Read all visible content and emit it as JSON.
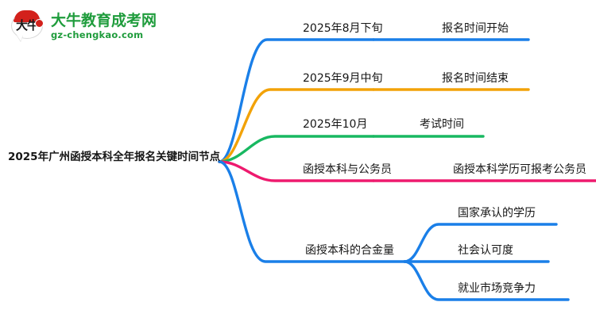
{
  "logo": {
    "mark_text": "大牛",
    "title": "大牛教育成考网",
    "subtitle": "gz-chengkao.com",
    "brand_green": "#1f9c3c",
    "brand_red": "#d3211c"
  },
  "mindmap": {
    "root": {
      "label": "2025年广州函授本科全年报名关键时间节点"
    },
    "branches": [
      {
        "id": "branch-1",
        "color": "#1a7fe8",
        "label": "2025年8月下旬",
        "children": [
          {
            "id": "branch-1-child-1",
            "label": "报名时间开始",
            "color": "#1a7fe8"
          }
        ]
      },
      {
        "id": "branch-2",
        "color": "#f2a208",
        "label": "2025年9月中旬",
        "children": [
          {
            "id": "branch-2-child-1",
            "label": "报名时间结束",
            "color": "#f2a208"
          }
        ]
      },
      {
        "id": "branch-3",
        "color": "#18b861",
        "label": "2025年10月",
        "children": [
          {
            "id": "branch-3-child-1",
            "label": "考试时间",
            "color": "#18b861"
          }
        ]
      },
      {
        "id": "branch-4",
        "color": "#ec1籍",
        "label": "函授本科与公务员",
        "children": [
          {
            "id": "branch-4-child-1",
            "label": "函授本科学历可报考公务员",
            "color": "#ee1a6e"
          }
        ]
      },
      {
        "id": "branch-5",
        "color": "#1a7fe8",
        "label": "函授本科的合金量",
        "children": [
          {
            "id": "branch-5-child-1",
            "label": "国家承认的学历",
            "color": "#1a7fe8"
          },
          {
            "id": "branch-5-child-2",
            "label": "社会认可度",
            "color": "#1a7fe8"
          },
          {
            "id": "branch-5-child-3",
            "label": "就业市场竞争力",
            "color": "#1a7fe8"
          }
        ]
      }
    ]
  }
}
